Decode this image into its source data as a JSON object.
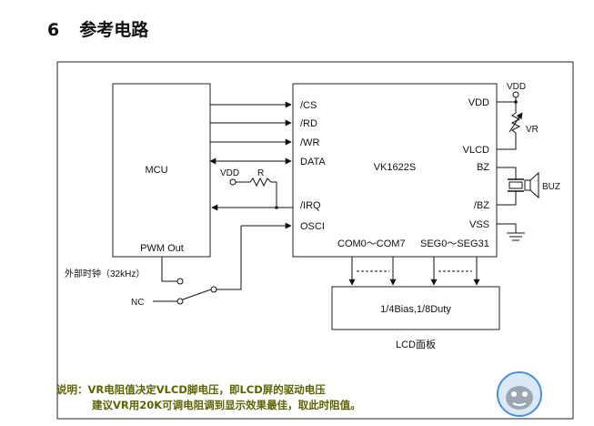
{
  "heading": {
    "number": "6",
    "title": "参考电路"
  },
  "mcu": {
    "label": "MCU",
    "pwm": "PWM Out"
  },
  "chip": {
    "name": "VK1622S",
    "left_pins": [
      "/CS",
      "/RD",
      "/WR",
      "DATA",
      "/IRQ",
      "OSCI"
    ],
    "right_pins": [
      "VDD",
      "VLCD",
      "BZ",
      "/BZ",
      "VSS"
    ],
    "com": "COM0～COM7",
    "seg": "SEG0～SEG31"
  },
  "pullup": {
    "vdd": "VDD",
    "r": "R"
  },
  "vr": {
    "vdd": "VDD",
    "label": "VR"
  },
  "buzzer": {
    "label": "BUZ"
  },
  "clock": {
    "label": "外部时钟（32kHz）",
    "nc": "NC"
  },
  "lcd": {
    "box": "1/4Bias,1/8Duty",
    "caption": "LCD面板"
  },
  "note": {
    "line1": "说明：VR电阻值决定VLCD脚电压，即LCD屏的驱动电压",
    "line2": "建议VR用20K可调电阻调到显示效果最佳，取此时阻值。"
  }
}
